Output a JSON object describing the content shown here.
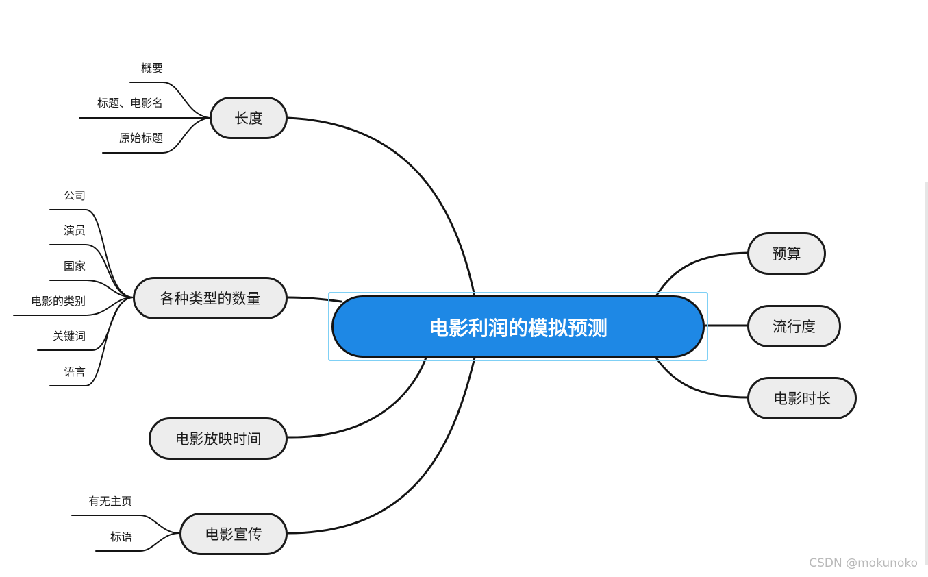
{
  "root": {
    "label": "电影利润的模拟预测",
    "color": "#1e88e5"
  },
  "branches": {
    "length": {
      "label": "长度",
      "leaves": [
        "概要",
        "标题、电影名",
        "原始标题"
      ]
    },
    "counts": {
      "label": "各种类型的数量",
      "leaves": [
        "公司",
        "演员",
        "国家",
        "电影的类别",
        "关键词",
        "语言"
      ]
    },
    "release_time": {
      "label": "电影放映时间"
    },
    "promotion": {
      "label": "电影宣传",
      "leaves": [
        "有无主页",
        "标语"
      ]
    },
    "budget": {
      "label": "预算"
    },
    "popularity": {
      "label": "流行度"
    },
    "runtime": {
      "label": "电影时长"
    }
  },
  "watermark": "CSDN @mokunoko"
}
